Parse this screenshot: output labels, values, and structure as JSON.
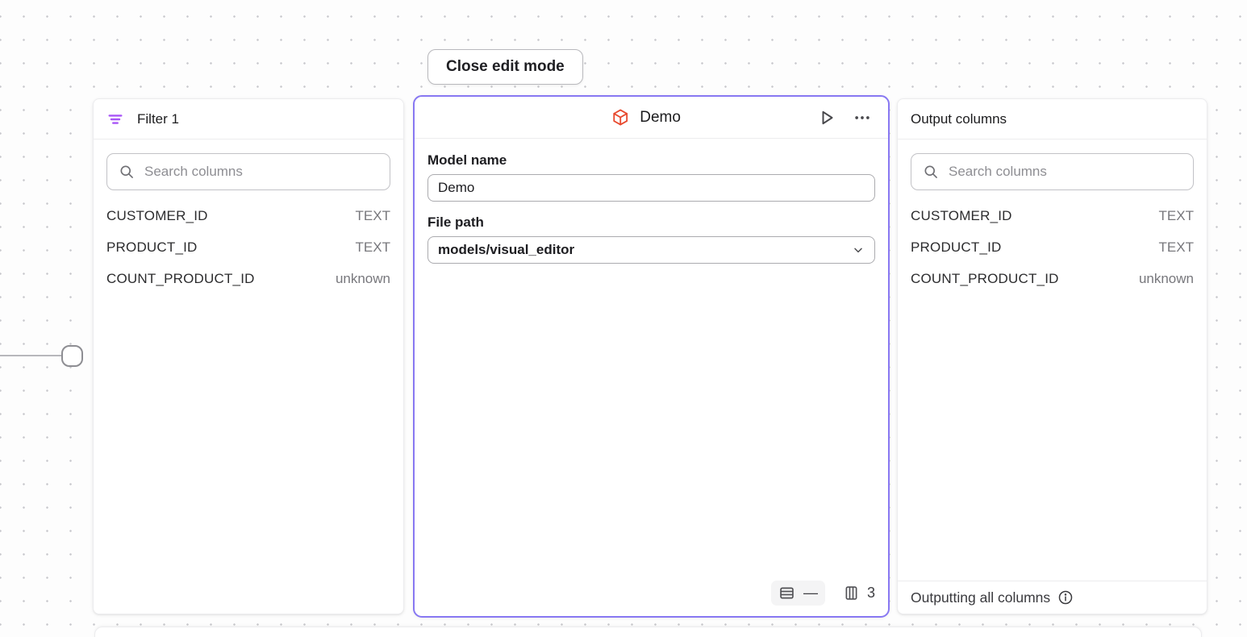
{
  "toolbar": {
    "close_edit_label": "Close edit mode"
  },
  "filter_panel": {
    "title": "Filter 1",
    "search_placeholder": "Search columns",
    "columns": [
      {
        "name": "CUSTOMER_ID",
        "type": "TEXT"
      },
      {
        "name": "PRODUCT_ID",
        "type": "TEXT"
      },
      {
        "name": "COUNT_PRODUCT_ID",
        "type": "unknown"
      }
    ]
  },
  "model_panel": {
    "title": "Demo",
    "model_name_label": "Model name",
    "model_name_value": "Demo",
    "file_path_label": "File path",
    "file_path_value": "models/visual_editor",
    "row_count": "—",
    "column_count": "3"
  },
  "output_panel": {
    "title": "Output columns",
    "search_placeholder": "Search columns",
    "columns": [
      {
        "name": "CUSTOMER_ID",
        "type": "TEXT"
      },
      {
        "name": "PRODUCT_ID",
        "type": "TEXT"
      },
      {
        "name": "COUNT_PRODUCT_ID",
        "type": "unknown"
      }
    ],
    "footer_text": "Outputting all columns"
  },
  "icons": {
    "filter": "filter-icon",
    "model": "cube-icon",
    "run": "play-icon",
    "menu": "ellipsis-icon",
    "search": "search-icon",
    "rows": "table-rows-icon",
    "columns": "table-columns-icon",
    "dropdown": "chevron-down-icon",
    "info": "info-icon"
  },
  "colors": {
    "selected_border": "#8878F2",
    "filter_icon": "#A855F7",
    "model_icon": "#E8492E",
    "canvas_dot": "#C9C9CD"
  }
}
